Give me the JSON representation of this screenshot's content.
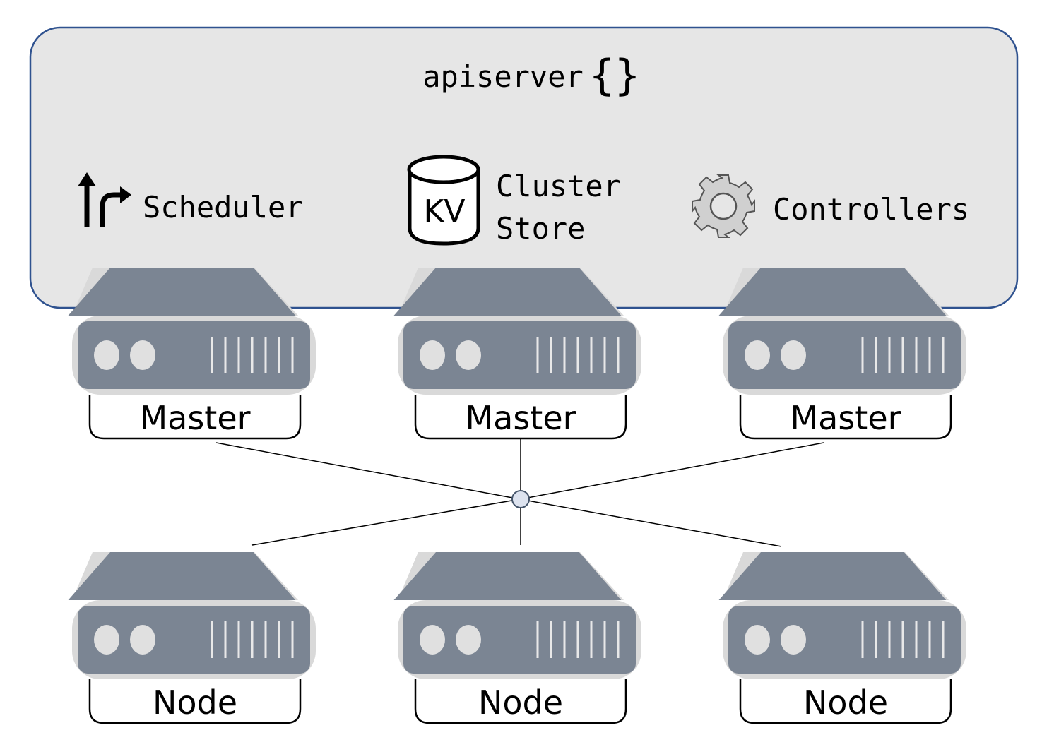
{
  "control_plane": {
    "title": "apiserver",
    "title_braces": "{}",
    "scheduler_label": "Scheduler",
    "cluster_store_line1": "Cluster",
    "cluster_store_line2": "Store",
    "kv_label": "KV",
    "controllers_label": "Controllers"
  },
  "masters": [
    {
      "label": "Master"
    },
    {
      "label": "Master"
    },
    {
      "label": "Master"
    }
  ],
  "nodes": [
    {
      "label": "Node"
    },
    {
      "label": "Node"
    },
    {
      "label": "Node"
    }
  ],
  "colors": {
    "panel_fill": "#e6e6e6",
    "panel_stroke": "#2f528f",
    "server_fill": "#7b8593",
    "server_outline": "#d9d9d9",
    "hub_fill": "#dde3ef",
    "hub_stroke": "#44546a"
  },
  "icons": [
    "scheduler-icon",
    "database-icon",
    "gear-icon",
    "server-icon"
  ]
}
